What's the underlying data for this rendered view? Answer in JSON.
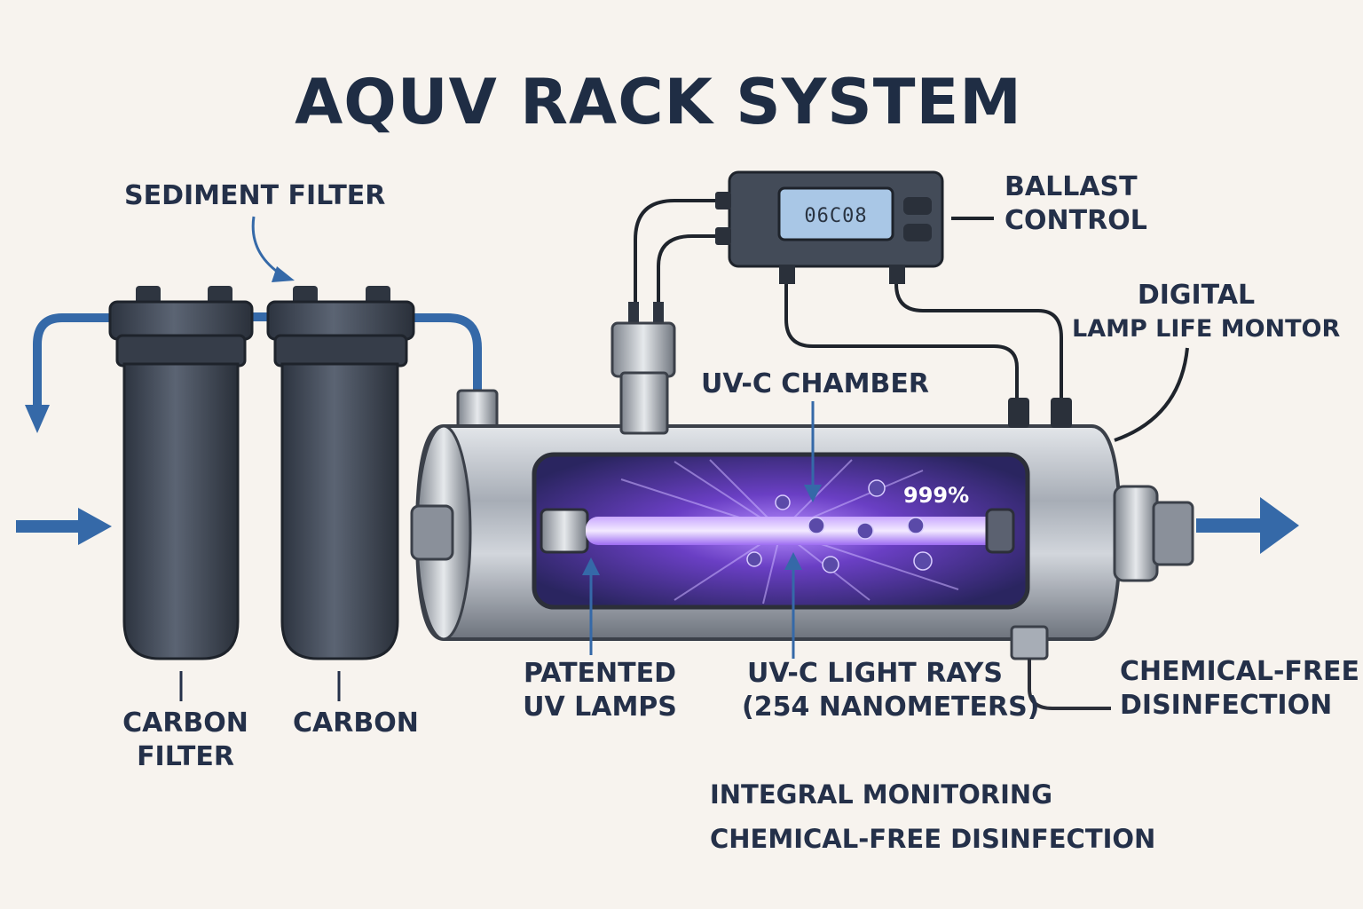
{
  "title": "AQUV RACK SYSTEM",
  "labels": {
    "sediment_filter": "SEDIMENT FILTER",
    "carbon_filter": [
      "CARBON",
      "FILTER"
    ],
    "carbon": "CARBON",
    "ballast_control": [
      "BALLAST",
      "CONTROL"
    ],
    "digital_lamp_life": [
      "DIGITAL",
      "LAMP LIFE MONTOR"
    ],
    "uvc_chamber": "UV-C CHAMBER",
    "patented_uv_lamps": [
      "PATENTED",
      "UV LAMPS"
    ],
    "uvc_light_rays": [
      "UV-C LIGHT RAYS",
      "(254 NANOMETERS)"
    ],
    "chemical_free": [
      "CHEMICAL-FREE",
      "DISINFECTION"
    ],
    "integral_monitoring": "INTEGRAL MONITORING",
    "chemical_free_footer": "CHEMICAL-FREE DISINFECTION"
  },
  "ballast_display": "06C08",
  "efficacy": "999%",
  "colors": {
    "title": "#1f2d44",
    "label": "#243049",
    "arrow": "#3569a8",
    "filter_housing": "#3e4654",
    "uv_glow": "#8c5cf0",
    "steel": "#b9bec6"
  },
  "icons": [
    "inlet-arrow",
    "outlet-arrow",
    "drain-arrow",
    "ballast-unit",
    "uv-lamp",
    "microbe-icon"
  ]
}
